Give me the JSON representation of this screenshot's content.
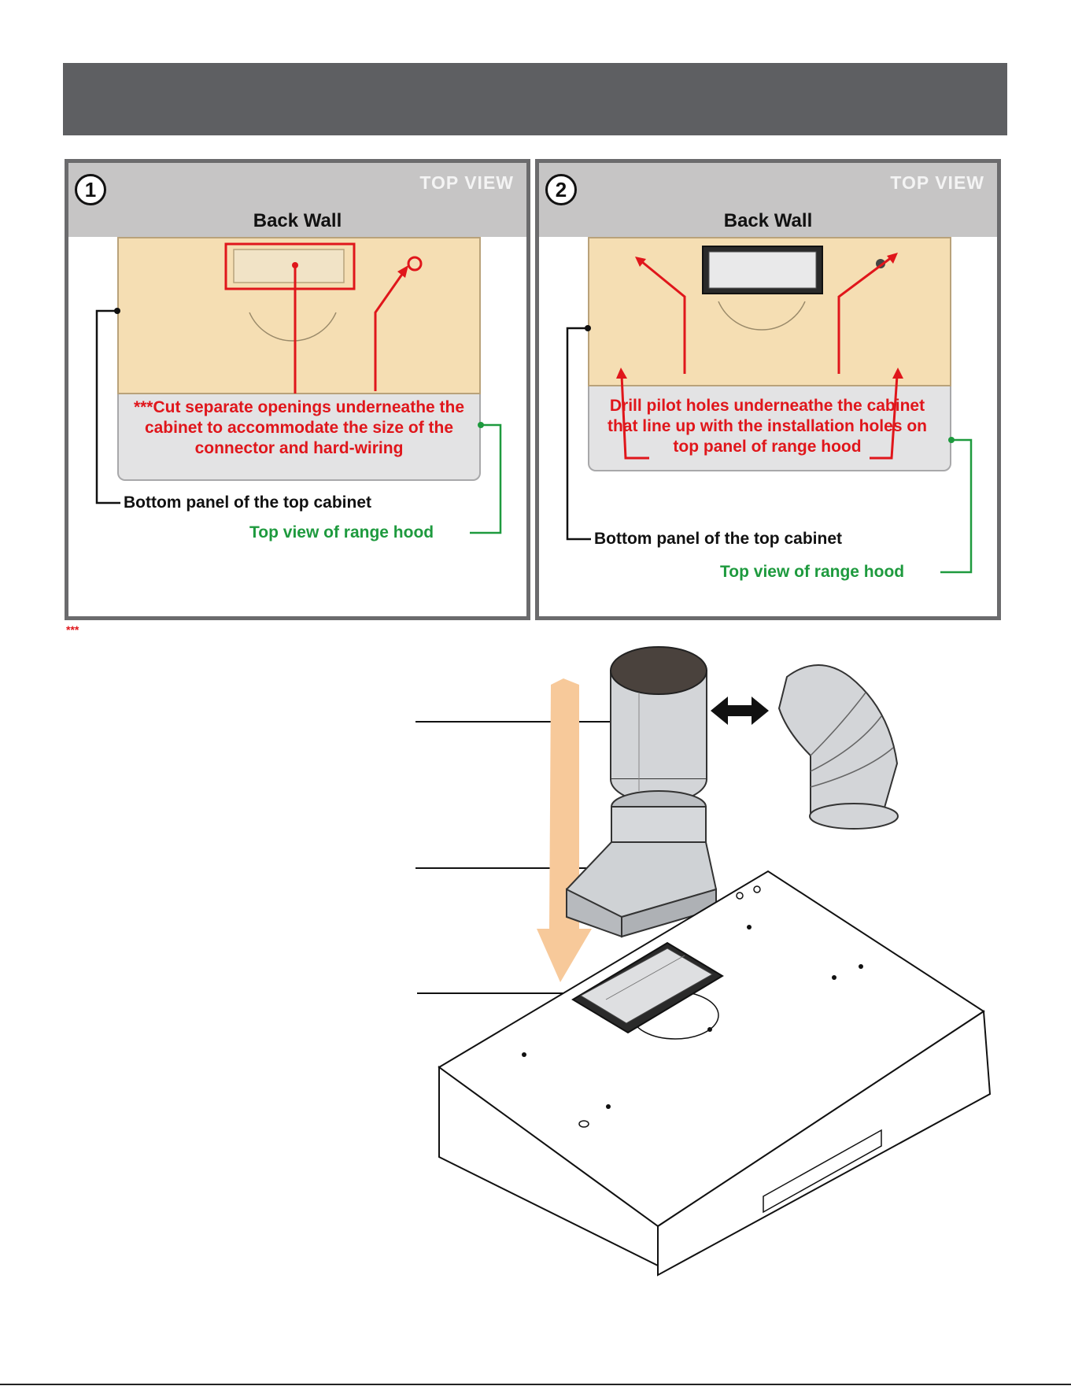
{
  "panel1": {
    "number": "1",
    "top_view": "TOP VIEW",
    "back_wall": "Back Wall",
    "note": "***Cut separate openings underneathe the cabinet to accommodate the size of the connector and hard-wiring",
    "bottom_panel_label": "Bottom panel of the top cabinet",
    "hood_label": "Top view of range hood"
  },
  "panel2": {
    "number": "2",
    "top_view": "TOP VIEW",
    "back_wall": "Back Wall",
    "note": "Drill pilot holes underneathe the cabinet that line up with the installation holes on top panel of range hood",
    "bottom_panel_label": "Bottom panel of the top cabinet",
    "hood_label": "Top view of range hood"
  },
  "footnote_marker": "***",
  "colors": {
    "header": "#5e5f62",
    "cabinet": "#f5deb3",
    "annotation_red": "#e0161b",
    "annotation_green": "#1e9a3e",
    "arrow_orange": "#f7c99a"
  }
}
